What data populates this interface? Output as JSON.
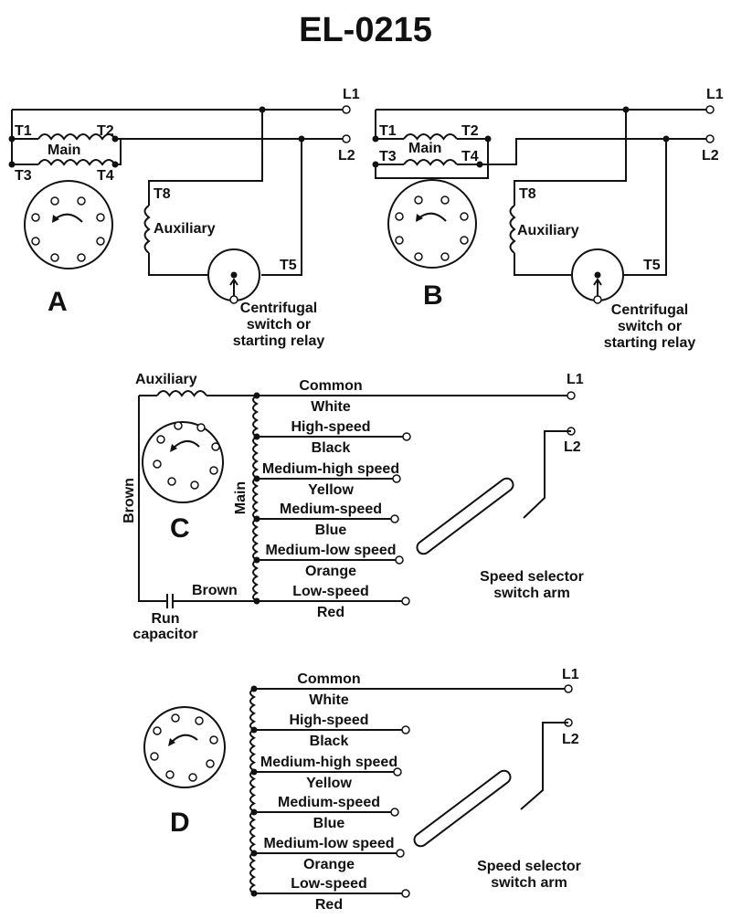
{
  "title": "EL-0215",
  "diagrams": {
    "A": {
      "label": "A",
      "lines": [
        "L1",
        "L2"
      ],
      "terminals": [
        "T1",
        "T2",
        "T3",
        "T4",
        "T5",
        "T8"
      ],
      "main_winding": "Main",
      "auxiliary_winding": "Auxiliary",
      "switch_label": [
        "Centrifugal",
        "switch or",
        "starting relay"
      ]
    },
    "B": {
      "label": "B",
      "lines": [
        "L1",
        "L2"
      ],
      "terminals": [
        "T1",
        "T2",
        "T3",
        "T4",
        "T5",
        "T8"
      ],
      "main_winding": "Main",
      "auxiliary_winding": "Auxiliary",
      "switch_label": [
        "Centrifugal",
        "switch or",
        "starting relay"
      ]
    },
    "C": {
      "label": "C",
      "auxiliary_winding": "Auxiliary",
      "main_winding": "Main",
      "left_wire": "Brown",
      "bottom_wire": "Brown",
      "capacitor_label": [
        "Run",
        "capacitor"
      ],
      "lines": [
        "L1",
        "L2"
      ],
      "taps": [
        {
          "above": "Common",
          "below": "White"
        },
        {
          "above": "High-speed",
          "below": "Black"
        },
        {
          "above": "Medium-high speed",
          "below": "Yellow"
        },
        {
          "above": "Medium-speed",
          "below": "Blue"
        },
        {
          "above": "Medium-low speed",
          "below": "Orange"
        },
        {
          "above": "Low-speed",
          "below": "Red"
        }
      ],
      "switch_label": [
        "Speed selector",
        "switch arm"
      ]
    },
    "D": {
      "label": "D",
      "lines": [
        "L1",
        "L2"
      ],
      "taps": [
        {
          "above": "Common",
          "below": "White"
        },
        {
          "above": "High-speed",
          "below": "Black"
        },
        {
          "above": "Medium-high speed",
          "below": "Yellow"
        },
        {
          "above": "Medium-speed",
          "below": "Blue"
        },
        {
          "above": "Medium-low speed",
          "below": "Orange"
        },
        {
          "above": "Low-speed",
          "below": "Red"
        }
      ],
      "switch_label": [
        "Speed selector",
        "switch arm"
      ]
    }
  }
}
